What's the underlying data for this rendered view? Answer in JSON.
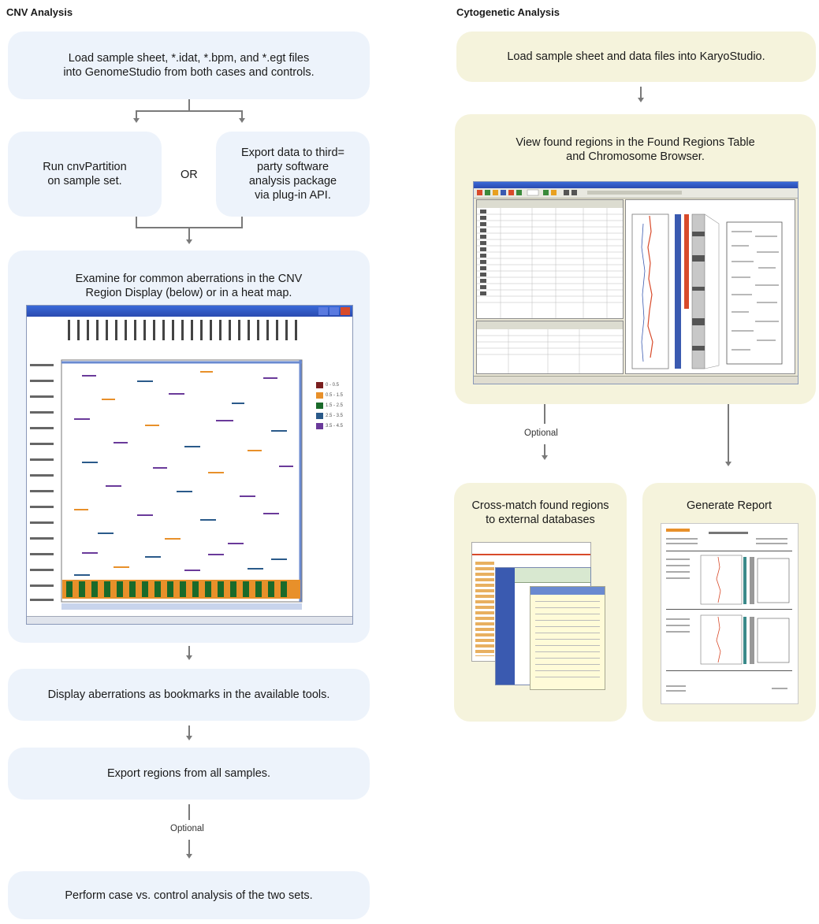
{
  "cnv": {
    "heading": "CNV Analysis",
    "steps": {
      "load": "Load sample sheet, *.idat, *.bpm, and *.egt files\ninto GenomeStudio from both cases and controls.",
      "run": "Run cnvPartition\non sample set.",
      "or": "OR",
      "export_third_party": "Export data to third=\nparty software\nanalysis package\nvia plug-in API.",
      "examine": "Examine for common aberrations in the CNV\nRegion Display (below) or in a heat map.",
      "display": "Display aberrations as bookmarks in the available tools.",
      "export_regions": "Export regions from all samples.",
      "optional": "Optional",
      "perform": "Perform case vs. control analysis of the two sets."
    },
    "screenshot": {
      "legend": [
        {
          "label": "0 - 0.5",
          "color": "#7a1f1f"
        },
        {
          "label": "0.5 - 1.5",
          "color": "#e8902a"
        },
        {
          "label": "1.5 - 2.5",
          "color": "#1a6a2a"
        },
        {
          "label": "2.5 - 3.5",
          "color": "#2a5a8a"
        },
        {
          "label": "3.5 - 4.5",
          "color": "#6a3a9a"
        }
      ]
    }
  },
  "cyto": {
    "heading": "Cytogenetic Analysis",
    "steps": {
      "load": "Load sample sheet and data files into KaryoStudio.",
      "view": "View found regions in the Found Regions Table\nand Chromosome Browser.",
      "optional": "Optional",
      "cross_match": "Cross-match found regions\nto external databases",
      "report": "Generate Report"
    }
  }
}
